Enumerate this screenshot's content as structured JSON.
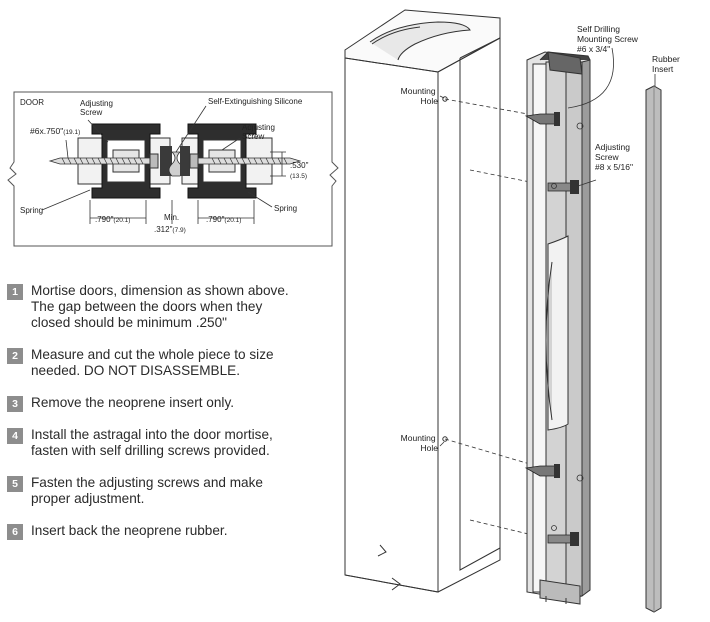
{
  "detail": {
    "door_label": "DOOR",
    "adjusting_screw_left": [
      "Adjusting",
      "Screw"
    ],
    "silicone_label": "Self-Extinguishing Silicone",
    "adjusting_screw_right": [
      "Adjusting",
      "Screw"
    ],
    "screw_size_main": "#6x.750\"",
    "screw_size_metric": "(19.1)",
    "height_main": ".530\"",
    "height_metric": "(13.5)",
    "spring_left": "Spring",
    "spring_right": "Spring",
    "dim_left_main": ".790\"",
    "dim_left_metric": "(20.1)",
    "min_label": "Min.",
    "min_main": ".312\"",
    "min_metric": "(7.9)",
    "dim_right_main": ".790\"",
    "dim_right_metric": "(20.1)"
  },
  "steps": [
    {
      "num": "1",
      "lines": [
        "Mortise doors, dimension as shown above.",
        "The gap between the doors when they",
        "closed should be minimum .250\""
      ]
    },
    {
      "num": "2",
      "lines": [
        "Measure and cut the whole piece to size",
        "needed. DO NOT DISASSEMBLE."
      ]
    },
    {
      "num": "3",
      "lines": [
        "Remove the neoprene insert only."
      ]
    },
    {
      "num": "4",
      "lines": [
        "Install the astragal into the door mortise,",
        "fasten with self drilling screws provided."
      ]
    },
    {
      "num": "5",
      "lines": [
        "Fasten the adjusting screws and make",
        "proper adjustment."
      ]
    },
    {
      "num": "6",
      "lines": [
        "Insert back the neoprene rubber."
      ]
    }
  ],
  "assembly": {
    "self_drilling": [
      "Self Drilling",
      "Mounting Screw",
      "#6 x 3/4\""
    ],
    "rubber_insert": [
      "Rubber",
      "Insert"
    ],
    "mounting_hole_top": [
      "Mounting",
      "Hole"
    ],
    "adjusting_screw": [
      "Adjusting",
      "Screw",
      "#8 x 5/16\""
    ],
    "mounting_hole_bottom": [
      "Mounting",
      "Hole"
    ]
  }
}
